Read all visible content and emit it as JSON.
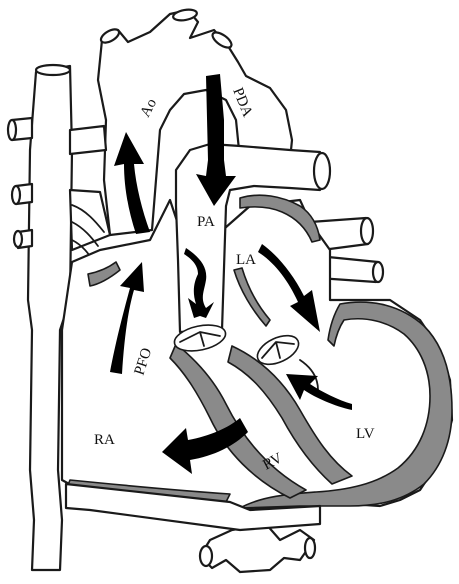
{
  "diagram": {
    "labels": {
      "ao": "Ao",
      "pda": "PDA",
      "pa": "PA",
      "la": "LA",
      "pfo": "PFO",
      "ra": "RA",
      "rv": "RV",
      "lv": "LV"
    },
    "colors": {
      "outline": "#1a1a1a",
      "myocardium": "#8a8a8a",
      "flow_arrows": "#000000",
      "background": "#ffffff"
    }
  }
}
